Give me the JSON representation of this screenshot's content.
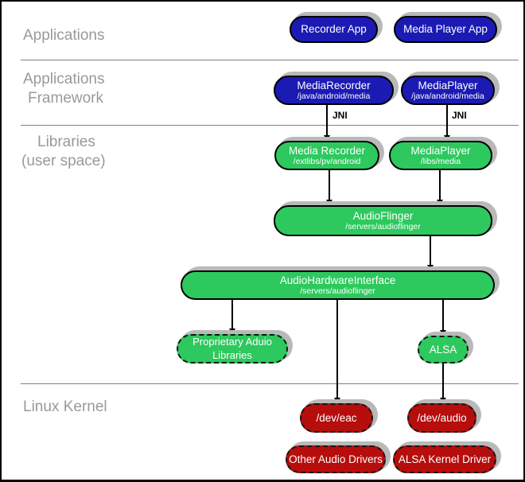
{
  "sections": {
    "applications": {
      "label": "Applications"
    },
    "framework": {
      "line1": "Applications",
      "line2": "Framework"
    },
    "libraries": {
      "line1": "Libraries",
      "line2": "(user space)"
    },
    "kernel": {
      "label": "Linux Kernel"
    }
  },
  "nodes": {
    "recorder_app": {
      "label": "Recorder App"
    },
    "media_player_app": {
      "label": "Media Player App"
    },
    "media_recorder_fw": {
      "label": "MediaRecorder",
      "sub": "/java/android/media"
    },
    "media_player_fw": {
      "label": "MediaPlayer",
      "sub": "/java/android/media"
    },
    "media_recorder_lib": {
      "label": "Media Recorder",
      "sub": "/extlibs/pv/android"
    },
    "media_player_lib": {
      "label": "MediaPlayer",
      "sub": "/libs/media"
    },
    "audio_flinger": {
      "label": "AudioFlinger",
      "sub": "/servers/audioflinger"
    },
    "audio_hardware_interface": {
      "label": "AudioHardwareInterface",
      "sub": "/servers/audioflinger"
    },
    "proprietary_audio_libraries": {
      "label": "Proprietary Aduio Libraries"
    },
    "alsa": {
      "label": "ALSA"
    },
    "dev_eac": {
      "label": "/dev/eac"
    },
    "dev_audio": {
      "label": "/dev/audio"
    },
    "other_audio_drivers": {
      "label": "Other Audio Drivers"
    },
    "alsa_kernel_driver": {
      "label": "ALSA Kernel Driver"
    }
  },
  "connectors": {
    "jni_label": "JNI"
  },
  "colors": {
    "app_blue": "#1b1ab3",
    "lib_green": "#2dc95e",
    "kernel_red": "#b60d0d",
    "shadow_gray": "#b9b9b9",
    "section_label_gray": "#999999",
    "divider_gray": "#808080",
    "text_white": "#ffffff"
  }
}
